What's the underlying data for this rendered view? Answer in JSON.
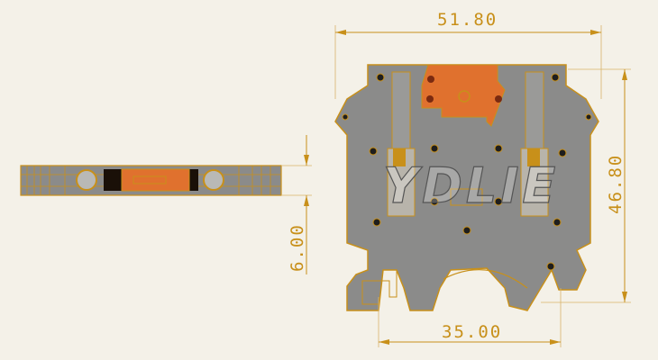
{
  "dimensions": {
    "width_top": "51.80",
    "height_right": "46.80",
    "rail_width_bottom": "35.00",
    "thickness_side": "6.00"
  },
  "watermark": "YDLIE",
  "colors": {
    "background": "#f4f1e8",
    "outline": "#c8901a",
    "body": "#8b8b8a",
    "lever": "#e0712e"
  }
}
